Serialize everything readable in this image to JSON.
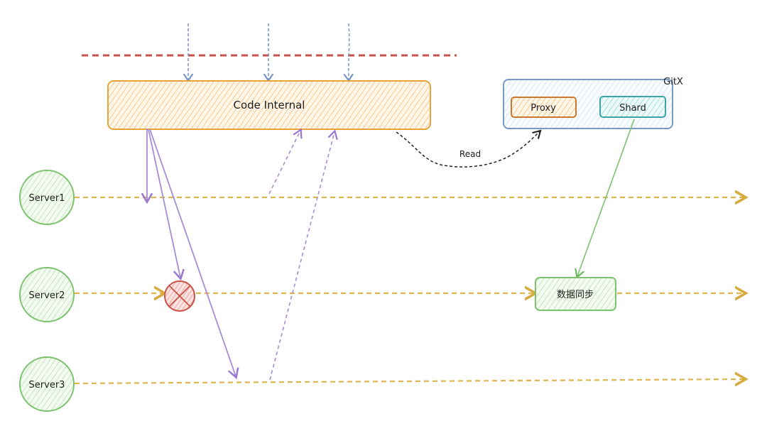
{
  "diagram": {
    "main_block": {
      "label": "Code Internal"
    },
    "gitx": {
      "label": "GitX",
      "proxy_label": "Proxy",
      "shard_label": "Shard"
    },
    "read_label": "Read",
    "servers": [
      {
        "label": "Server1"
      },
      {
        "label": "Server2"
      },
      {
        "label": "Server3"
      }
    ],
    "sync_label": "数据同步"
  },
  "colors": {
    "orange_stroke": "#e8a33d",
    "orange_fill": "#fde3c3",
    "green_stroke": "#7dc36f",
    "green_fill": "#dcefd6",
    "teal_stroke": "#3aa6a6",
    "teal_fill": "#cdebeb",
    "blue_stroke": "#7a98c6",
    "blue_fill": "#e7effa",
    "gold_dash": "#e0b54d",
    "red_dash": "#c9514a",
    "purple": "#a98bd6",
    "red_fill": "#f5c6c3",
    "dark": "#222222"
  }
}
